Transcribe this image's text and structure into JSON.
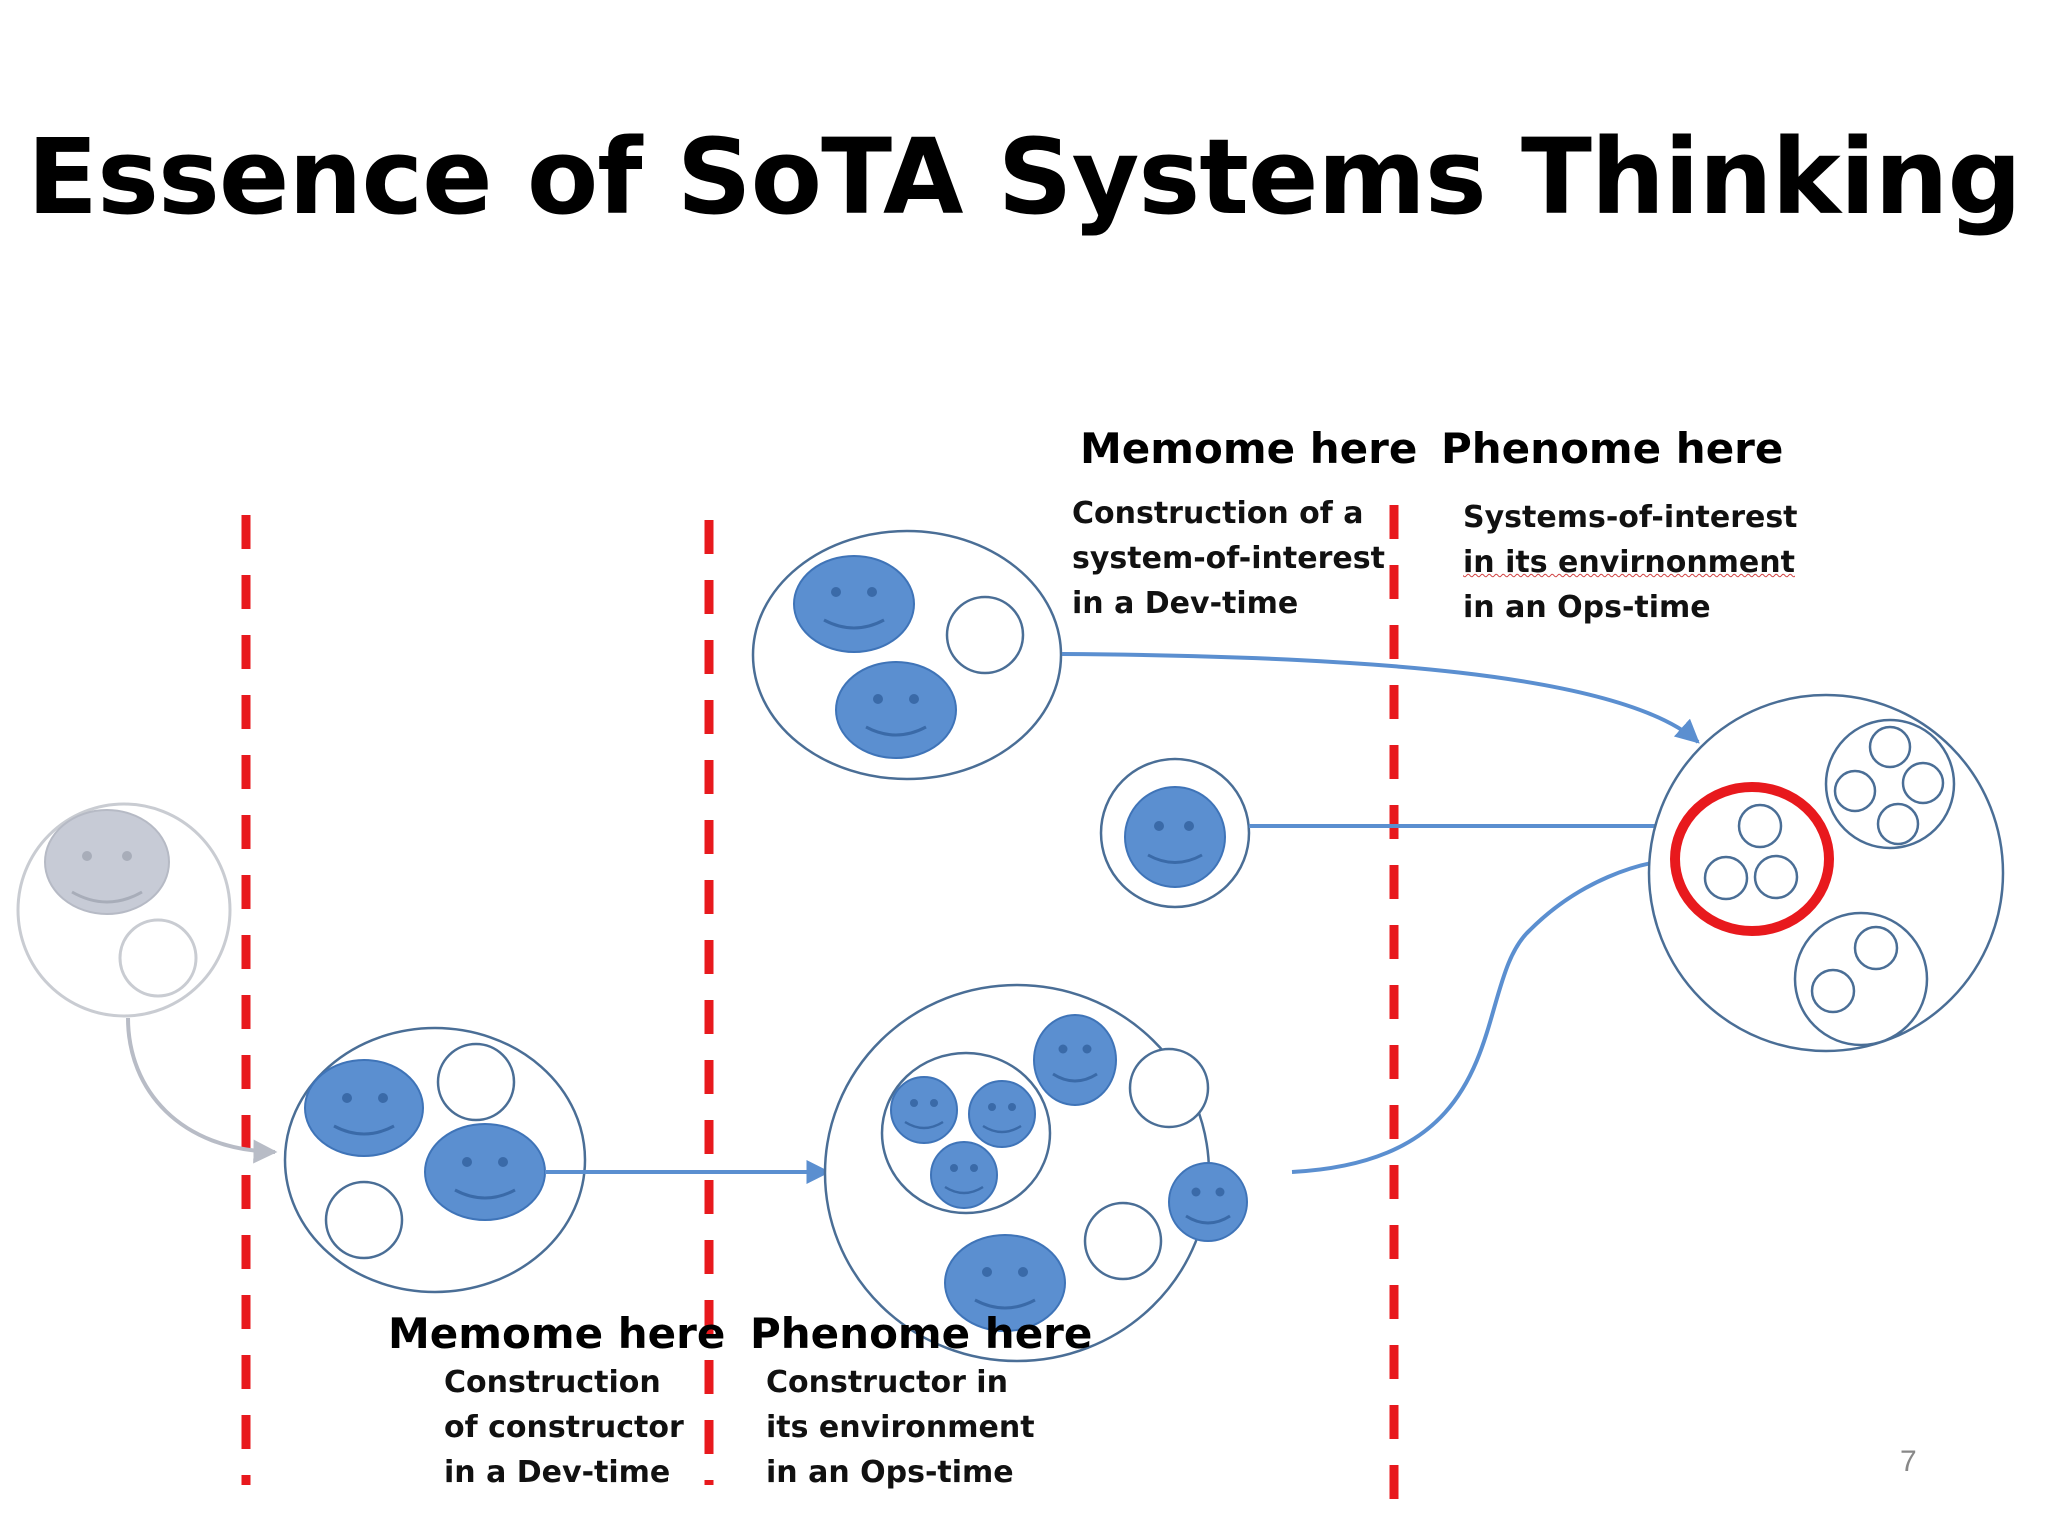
{
  "slide": {
    "title": "Essence of SoTA Systems Thinking",
    "page_number": "7"
  },
  "labels": {
    "top_memome": {
      "heading": "Memome here",
      "lines": [
        "Construction of a",
        "system-of-interest",
        "in a Dev-time"
      ]
    },
    "top_phenome": {
      "heading": "Phenome here",
      "lines": [
        "Systems-of-interest",
        "in its envirnonment",
        "in an Ops-time"
      ]
    },
    "bottom_memome": {
      "heading": "Memome here",
      "lines": [
        "Construction",
        "of constructor",
        "in a Dev-time"
      ]
    },
    "bottom_phenome": {
      "heading": "Phenome here",
      "lines": [
        "Constructor in",
        "its environment",
        "in an Ops-time"
      ]
    }
  },
  "colors": {
    "divider": "#e8191d",
    "face_fill": "#5b8fd0",
    "face_stroke": "#3f74b8",
    "faded_face": "#c7cbd6",
    "circle_stroke": "#4a6e96",
    "arrow": "#5b8fd0",
    "highlight_ring": "#e8191d"
  }
}
